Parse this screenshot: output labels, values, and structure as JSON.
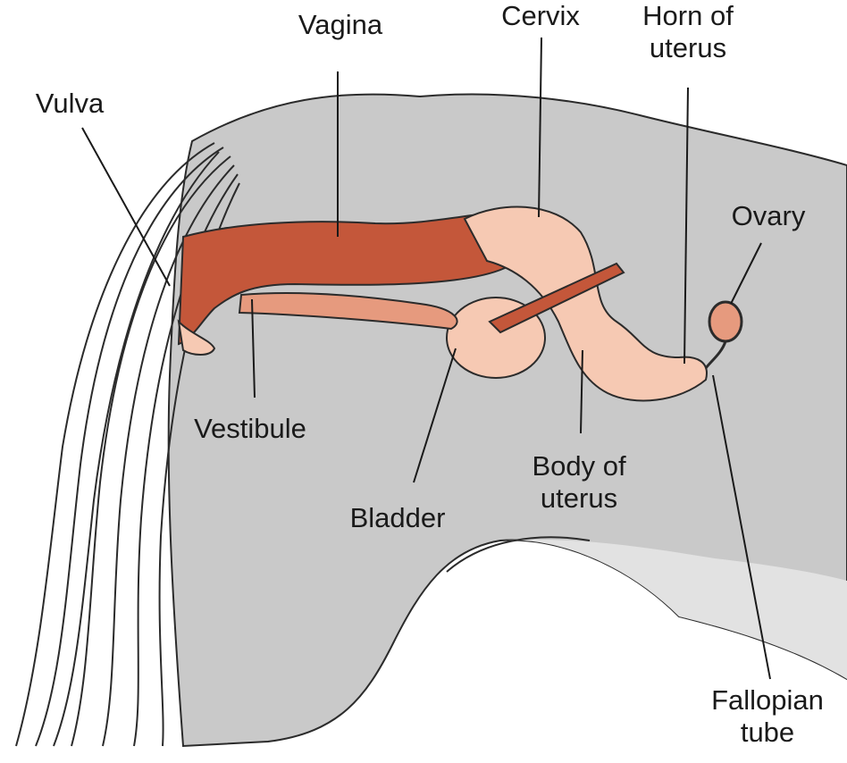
{
  "labels": {
    "vagina": "Vagina",
    "cervix": "Cervix",
    "horn_line1": "Horn of",
    "horn_line2": "uterus",
    "vulva": "Vulva",
    "ovary": "Ovary",
    "vestibule": "Vestibule",
    "body_line1": "Body of",
    "body_line2": "uterus",
    "bladder": "Bladder",
    "fallopian_line1": "Fallopian",
    "fallopian_line2": "tube"
  },
  "colors": {
    "background": "#ffffff",
    "horse_body": "#c9c9c9",
    "horse_shade": "#e2e2e2",
    "tissue_dark": "#c4573a",
    "tissue_mid": "#e69a7e",
    "tissue_light": "#f6c9b3",
    "outline": "#2b2b2b",
    "leader_line": "#1a1a1a"
  }
}
